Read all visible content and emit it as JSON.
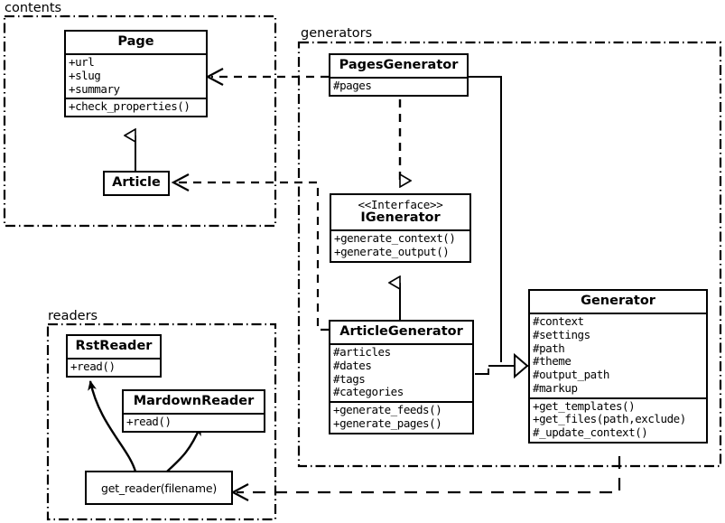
{
  "diagram": {
    "kind": "uml-class-diagram",
    "stroke_color": "#000000",
    "background_color": "#ffffff"
  },
  "packages": [
    {
      "id": "contents",
      "label": "contents"
    },
    {
      "id": "generators",
      "label": "generators"
    },
    {
      "id": "readers",
      "label": "readers"
    }
  ],
  "classes": {
    "page": {
      "name": "Page",
      "attributes": [
        "+url",
        "+slug",
        "+summary"
      ],
      "operations": [
        "+check_properties()"
      ]
    },
    "article": {
      "name": "Article",
      "attributes": [],
      "operations": []
    },
    "pages_generator": {
      "name": "PagesGenerator",
      "attributes": [
        "#pages"
      ],
      "operations": []
    },
    "igenerator": {
      "stereotype": "<<Interface>>",
      "name": "IGenerator",
      "attributes": [],
      "operations": [
        "+generate_context()",
        "+generate_output()"
      ]
    },
    "article_generator": {
      "name": "ArticleGenerator",
      "attributes": [
        "#articles",
        "#dates",
        "#tags",
        "#categories"
      ],
      "operations": [
        "+generate_feeds()",
        "+generate_pages()"
      ]
    },
    "generator": {
      "name": "Generator",
      "attributes": [
        "#context",
        "#settings",
        "#path",
        "#theme",
        "#output_path",
        "#markup"
      ],
      "operations": [
        "+get_templates()",
        "+get_files(path,exclude)",
        "#_update_context()"
      ]
    },
    "rst_reader": {
      "name": "RstReader",
      "attributes": [],
      "operations": [
        "+read()"
      ]
    },
    "mardown_reader": {
      "name": "MardownReader",
      "attributes": [],
      "operations": [
        "+read()"
      ]
    },
    "get_reader": {
      "name": "get_reader(filename)"
    }
  },
  "relationships": [
    {
      "id": "article-inherits-page",
      "type": "generalization",
      "from": "Article",
      "to": "Page"
    },
    {
      "id": "pagesgenerator-realizes-igenerator",
      "type": "realization",
      "from": "PagesGenerator",
      "to": "IGenerator"
    },
    {
      "id": "articlegenerator-implements-igenerator",
      "type": "generalization",
      "from": "ArticleGenerator",
      "to": "IGenerator"
    },
    {
      "id": "pagesgenerator-extends-generator",
      "type": "generalization",
      "from": "PagesGenerator",
      "to": "Generator"
    },
    {
      "id": "articlegenerator-extends-generator",
      "type": "generalization",
      "from": "ArticleGenerator",
      "to": "Generator"
    },
    {
      "id": "pagesgenerator-uses-page",
      "type": "dependency",
      "from": "PagesGenerator",
      "to": "Page"
    },
    {
      "id": "articlegenerator-uses-article",
      "type": "dependency",
      "from": "ArticleGenerator",
      "to": "Article"
    },
    {
      "id": "generator-uses-get-reader",
      "type": "dependency",
      "from": "Generator",
      "to": "get_reader(filename)"
    },
    {
      "id": "get-reader-creates-rstreader",
      "type": "creates",
      "from": "get_reader(filename)",
      "to": "RstReader"
    },
    {
      "id": "get-reader-creates-mardownreader",
      "type": "creates",
      "from": "get_reader(filename)",
      "to": "MardownReader"
    }
  ]
}
